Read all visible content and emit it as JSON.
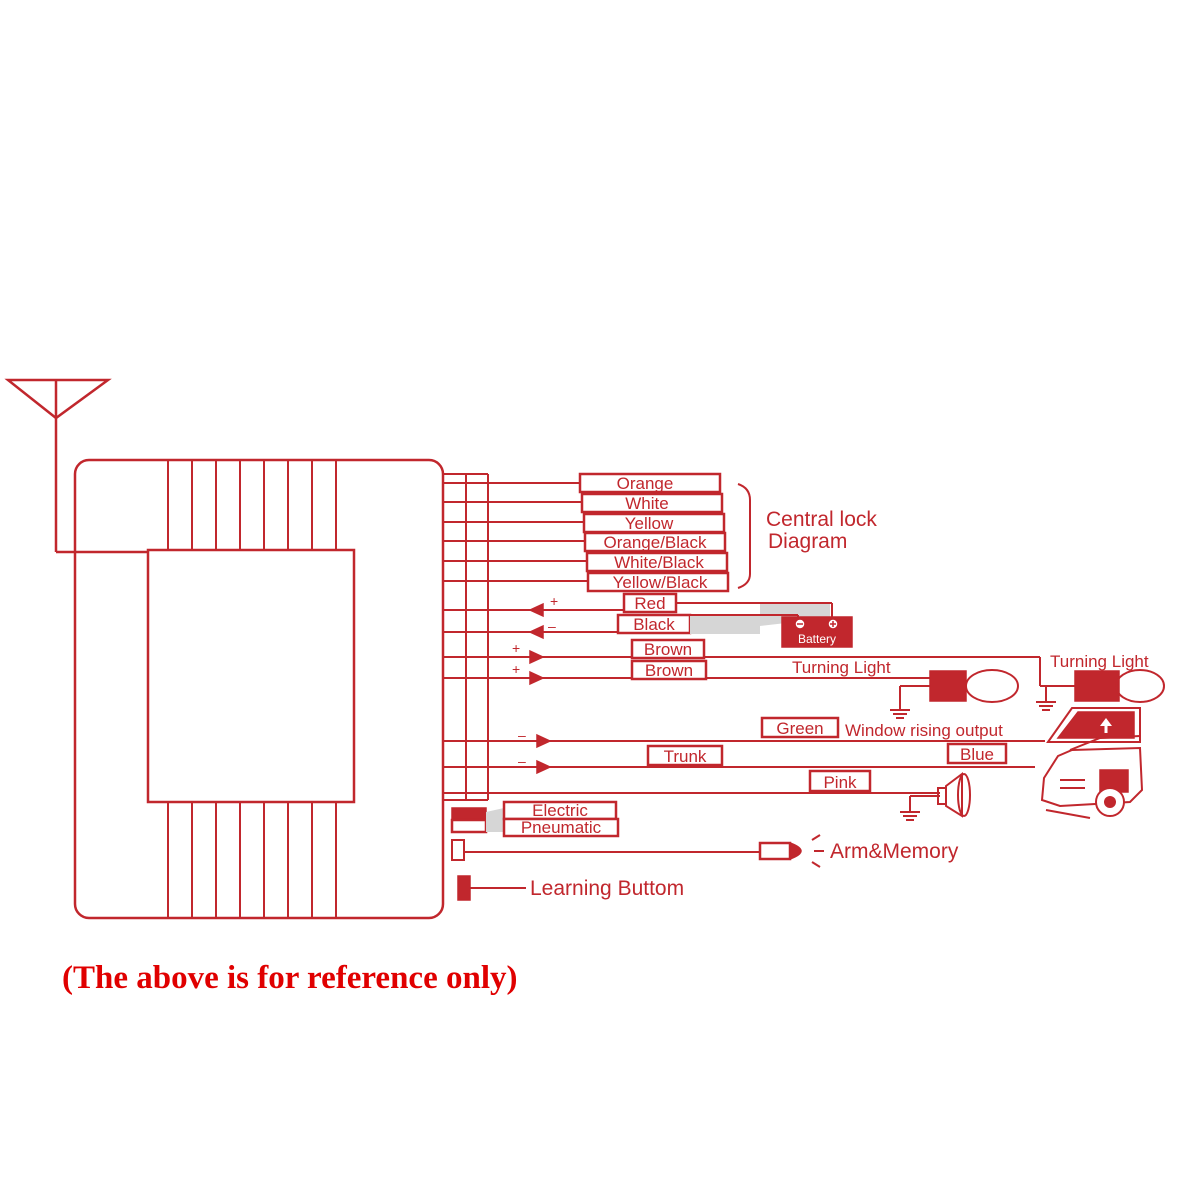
{
  "diagram": {
    "central_lock_wires": [
      "Orange",
      "White",
      "Yellow",
      "Orange/Black",
      "White/Black",
      "Yellow/Black"
    ],
    "central_lock_title": [
      "Central lock",
      "Diagram"
    ],
    "wires": {
      "red": "Red",
      "black": "Black",
      "brown_1": "Brown",
      "brown_2": "Brown",
      "green": "Green",
      "trunk": "Trunk",
      "blue": "Blue",
      "pink": "Pink",
      "electric": "Electric",
      "pneumatic": "Pneumatic"
    },
    "signs": {
      "red": "+",
      "black": "–",
      "brown_1": "+",
      "brown_2": "+",
      "green": "–",
      "trunk": "–"
    },
    "components": {
      "battery": "Battery",
      "turning_light_1": "Turning Light",
      "turning_light_2": "Turning Light",
      "window_output": "Window rising output",
      "arm_memory": "Arm&Memory",
      "learning_button": "Learning Buttom"
    },
    "note": "(The above is for reference only)"
  },
  "colors": {
    "line": "#c1272d",
    "note": "#e00000",
    "battery_fill": "#d6d6d6"
  }
}
